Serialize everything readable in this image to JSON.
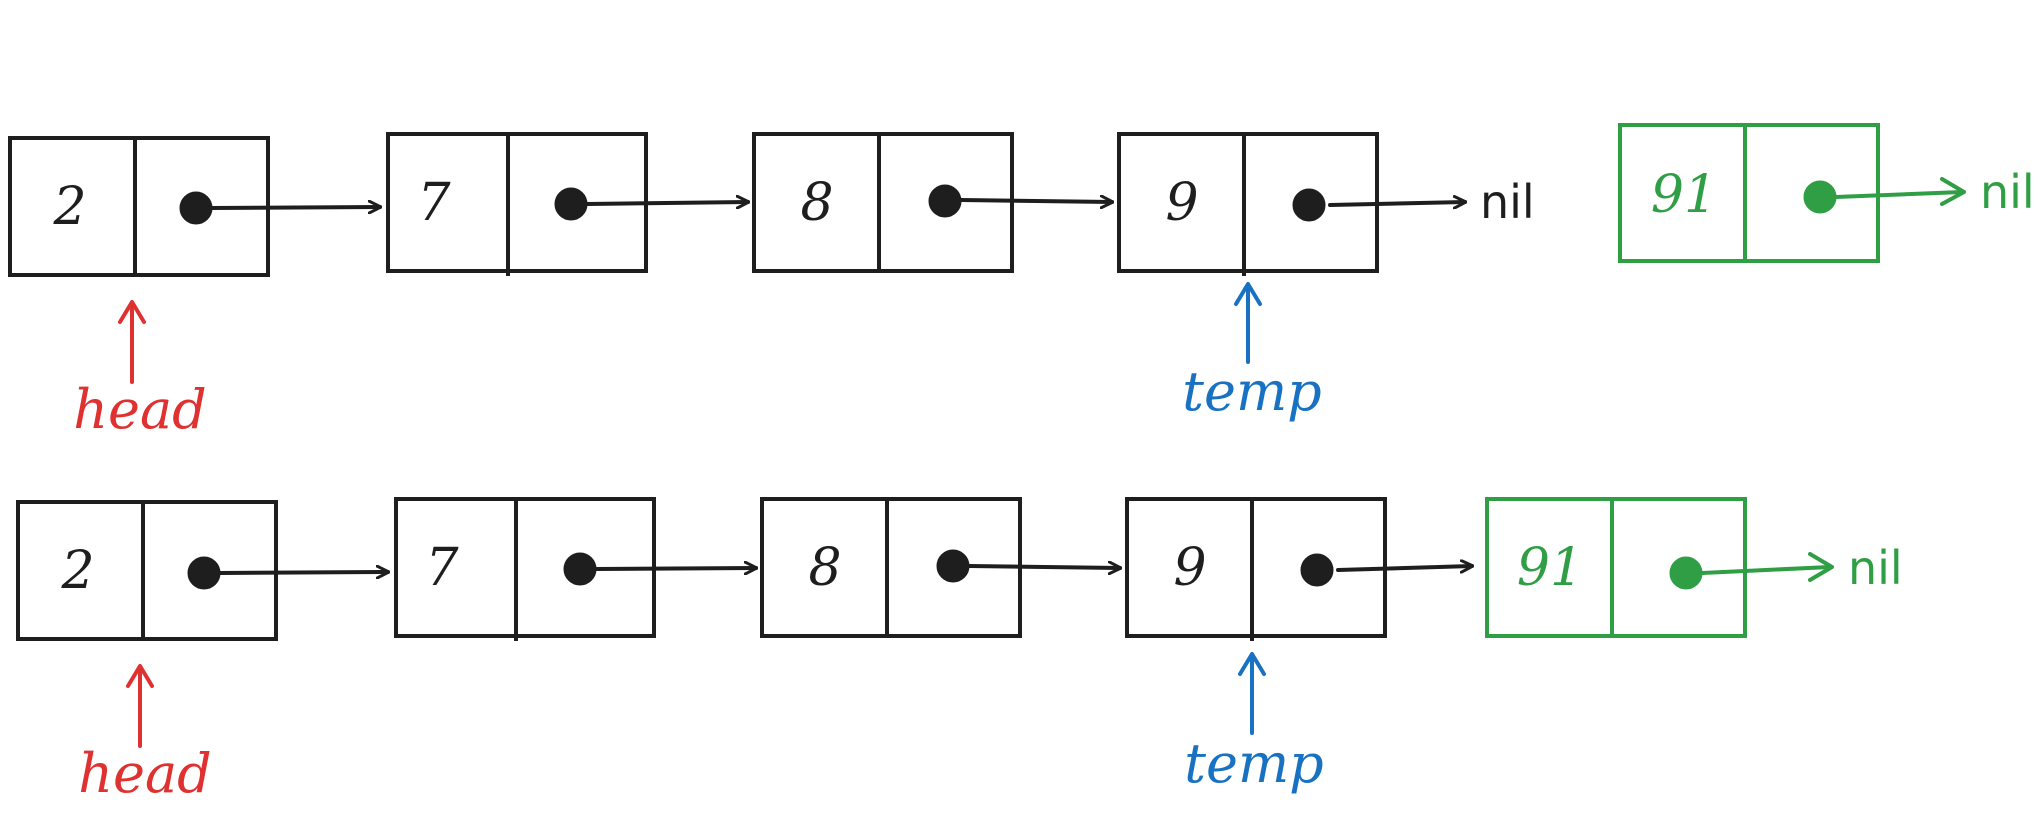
{
  "colors": {
    "node": "#1e1e1e",
    "new_node": "#2f9e44",
    "head": "#e03131",
    "temp": "#1971c2"
  },
  "rows": [
    {
      "nodes": [
        {
          "value": "2",
          "color": "node"
        },
        {
          "value": "7",
          "color": "node"
        },
        {
          "value": "8",
          "color": "node"
        },
        {
          "value": "9",
          "color": "node"
        }
      ],
      "tail_label": "nil",
      "detached_node": {
        "value": "91",
        "color": "new_node",
        "next_label": "nil"
      },
      "pointers": [
        {
          "label": "head",
          "node_index": 0,
          "color": "head"
        },
        {
          "label": "temp",
          "node_index": 3,
          "color": "temp"
        }
      ]
    },
    {
      "nodes": [
        {
          "value": "2",
          "color": "node"
        },
        {
          "value": "7",
          "color": "node"
        },
        {
          "value": "8",
          "color": "node"
        },
        {
          "value": "9",
          "color": "node"
        },
        {
          "value": "91",
          "color": "new_node"
        }
      ],
      "tail_label": "nil",
      "pointers": [
        {
          "label": "head",
          "node_index": 0,
          "color": "head"
        },
        {
          "label": "temp",
          "node_index": 3,
          "color": "temp"
        }
      ]
    }
  ]
}
